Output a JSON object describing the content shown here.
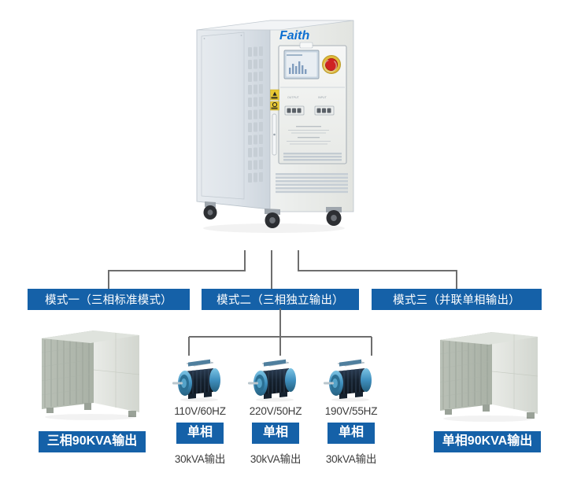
{
  "device": {
    "brand_logo": "Faith",
    "caption": "three-phase-programmable-power-source-cabinet"
  },
  "modes": [
    {
      "id": "mode-1",
      "label": "模式一（三相标准模式）"
    },
    {
      "id": "mode-2",
      "label": "模式二（三相独立输出）"
    },
    {
      "id": "mode-3",
      "label": "模式三（并联单相输出）"
    }
  ],
  "outputs": {
    "left": {
      "badge": "三相90KVA输出",
      "image_name": "three-phase-load-cabinet"
    },
    "right": {
      "badge": "单相90KVA输出",
      "image_name": "single-phase-load-cabinet"
    }
  },
  "motors": [
    {
      "spec": "110V/60HZ",
      "phase": "单相",
      "capacity": "30kVA输出"
    },
    {
      "spec": "220V/50HZ",
      "phase": "单相",
      "capacity": "30kVA输出"
    },
    {
      "spec": "190V/55HZ",
      "phase": "单相",
      "capacity": "30kVA输出"
    }
  ],
  "colors": {
    "accent_blue": "#1561a8",
    "line_gray": "#6e6e6e",
    "text_dark": "#3b3b3b",
    "logo_blue": "#0d6fd1",
    "motor_body": "#1b2a3d",
    "motor_shell": "#4f9ecb"
  }
}
